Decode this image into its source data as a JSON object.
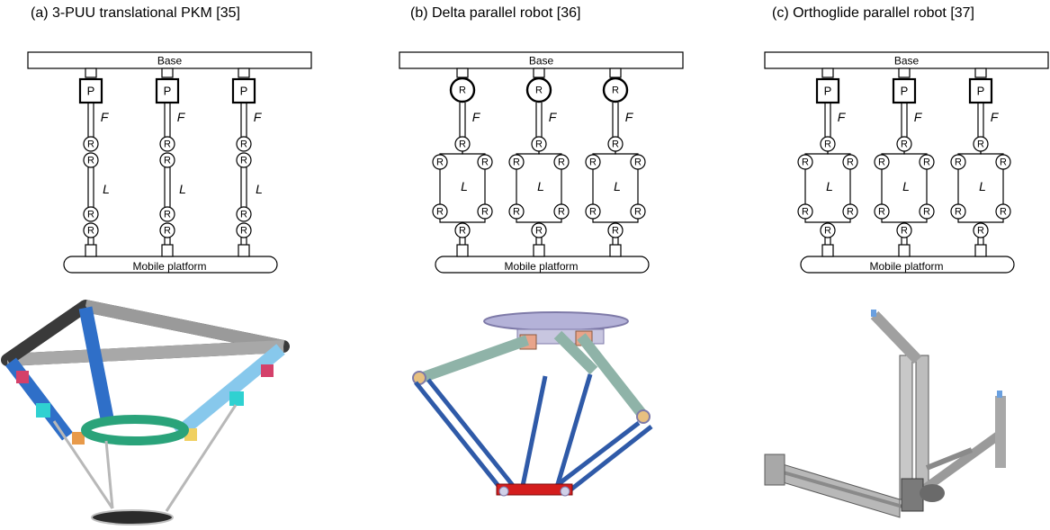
{
  "panels": [
    {
      "id": "a",
      "title": "(a) 3-PUU translational PKM [35]",
      "base": "Base",
      "platform": "Mobile platform",
      "top_joint": "P",
      "upper_link": "F",
      "middle_link": "L",
      "joint": "R"
    },
    {
      "id": "b",
      "title": "(b) Delta parallel robot [36]",
      "base": "Base",
      "platform": "Mobile platform",
      "top_joint": "R",
      "upper_link": "F",
      "middle_link": "L",
      "joint": "R"
    },
    {
      "id": "c",
      "title": "(c) Orthoglide parallel robot [37]",
      "base": "Base",
      "platform": "Mobile platform",
      "top_joint": "P",
      "upper_link": "F",
      "middle_link": "L",
      "joint": "R"
    }
  ],
  "colors": {
    "line": "#000000",
    "render_blue": "#2f6fc8",
    "render_light_blue": "#87c8ec",
    "render_gray": "#9a9a9a",
    "render_dark": "#3a3a3a",
    "render_green": "#2aa37a",
    "render_red": "#d41d1d",
    "render_lavender": "#b4b2d8",
    "render_salmon": "#e8a48a"
  }
}
